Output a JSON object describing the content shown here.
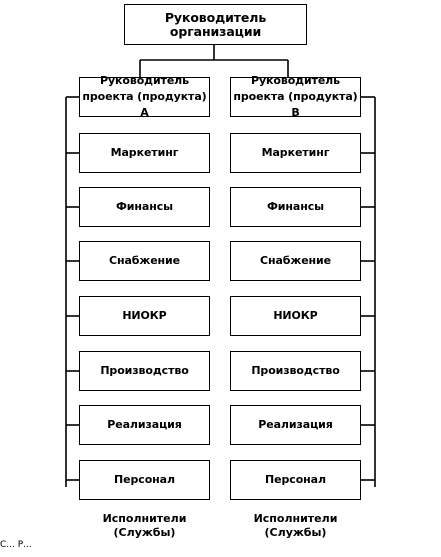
{
  "top": {
    "label": "Руководитель организации"
  },
  "project_managers": [
    {
      "label": "Руководитель\nпроекта (продукта) А"
    },
    {
      "label": "Руководитель\nпроекта (продукта) В"
    }
  ],
  "departments": [
    "Маркетинг",
    "Финансы",
    "Снабжение",
    "НИОКР",
    "Производство",
    "Реализация",
    "Персонал"
  ],
  "captions": [
    "Исполнители\n(Службы)",
    "Исполнители\n(Службы)"
  ],
  "footnote": "С... Р..."
}
